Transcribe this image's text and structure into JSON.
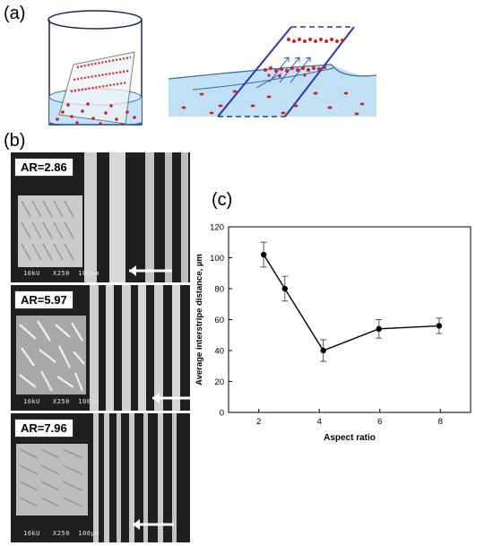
{
  "panel_labels": {
    "a": "(a)",
    "b": "(b)",
    "c": "(c)"
  },
  "sem_panels": [
    {
      "ar": "AR=2.86",
      "info": "10kU   X250  100µm"
    },
    {
      "ar": "AR=5.97",
      "info": "10kU   X250  100µm"
    },
    {
      "ar": "AR=7.96",
      "info": "10kU   X250  100µm"
    }
  ],
  "colors": {
    "liquid": "#bfe0f5",
    "particles": "#d42020",
    "substrate": "#2a36b8",
    "arrow": "#ffffff"
  },
  "chart_data": {
    "type": "line",
    "xlabel": "Aspect ratio",
    "ylabel": "Average interstripe distance, µm",
    "xlim": [
      1,
      9
    ],
    "ylim": [
      0,
      120
    ],
    "xticks": [
      2,
      4,
      6,
      8
    ],
    "yticks": [
      0,
      20,
      40,
      60,
      80,
      100,
      120
    ],
    "grid": false,
    "series": [
      {
        "x": [
          2.16,
          2.86,
          4.13,
          5.97,
          7.96
        ],
        "y": [
          102,
          80,
          40,
          54,
          56
        ],
        "err": [
          8,
          8,
          7,
          6,
          5
        ]
      }
    ]
  }
}
